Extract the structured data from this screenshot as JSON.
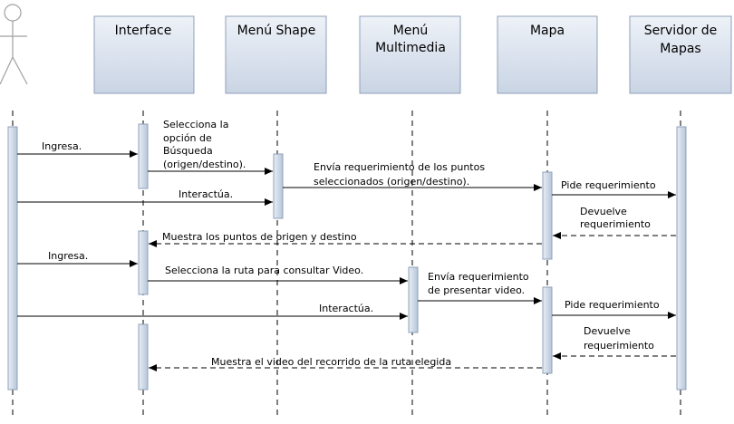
{
  "participants": [
    {
      "id": "actor",
      "label": ""
    },
    {
      "id": "interface",
      "label": "Interface"
    },
    {
      "id": "menu_shape",
      "label": "Menú Shape"
    },
    {
      "id": "menu_multimedia",
      "label": [
        "Menú",
        "Multimedia"
      ]
    },
    {
      "id": "mapa",
      "label": "Mapa"
    },
    {
      "id": "servidor",
      "label": [
        "Servidor de",
        "Mapas"
      ]
    }
  ],
  "messages": [
    {
      "id": "m1",
      "lines": [
        "Ingresa."
      ]
    },
    {
      "id": "m2",
      "lines": [
        "Selecciona la",
        "opción de",
        "Búsqueda",
        "(origen/destino)."
      ]
    },
    {
      "id": "m3",
      "lines": [
        "Envía requerimiento de los puntos",
        "seleccionados (origen/destino)."
      ]
    },
    {
      "id": "m4",
      "lines": [
        "Pide requerimiento"
      ]
    },
    {
      "id": "m5",
      "lines": [
        "Interactúa."
      ]
    },
    {
      "id": "m6",
      "lines": [
        "Devuelve",
        "requerimiento"
      ]
    },
    {
      "id": "m7",
      "lines": [
        "Muestra los puntos de origen y destino"
      ]
    },
    {
      "id": "m8",
      "lines": [
        "Ingresa."
      ]
    },
    {
      "id": "m9",
      "lines": [
        "Selecciona la ruta para consultar Video."
      ]
    },
    {
      "id": "m10",
      "lines": [
        "Envía requerimiento",
        "de presentar video."
      ]
    },
    {
      "id": "m11",
      "lines": [
        "Pide requerimiento"
      ]
    },
    {
      "id": "m12",
      "lines": [
        "Interactúa."
      ]
    },
    {
      "id": "m13",
      "lines": [
        "Devuelve",
        "requerimiento"
      ]
    },
    {
      "id": "m14",
      "lines": [
        "Muestra el video del recorrido de la ruta elegida"
      ]
    }
  ]
}
